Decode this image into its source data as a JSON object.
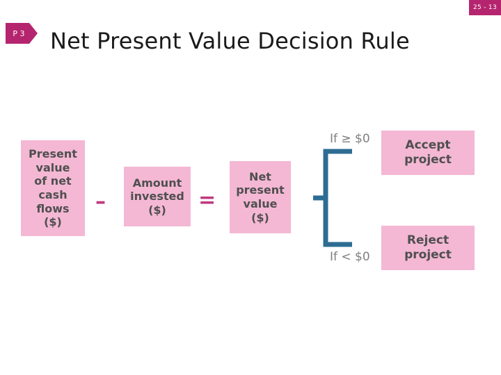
{
  "slide": {
    "number_badge": "25 - 13",
    "chapter_tag": "P 3",
    "title": "Net Present Value Decision Rule"
  },
  "diagram": {
    "type": "flow-diagram",
    "boxes": [
      {
        "name": "present-value-box",
        "lines": [
          "Present",
          "value",
          "of net",
          "cash",
          "flows",
          "($)"
        ]
      },
      {
        "name": "amount-invested-box",
        "lines": [
          "Amount",
          "invested",
          "($)"
        ]
      },
      {
        "name": "net-present-value-box",
        "lines": [
          "Net",
          "present",
          "value",
          "($)"
        ]
      },
      {
        "name": "accept-project-box",
        "lines": [
          "Accept",
          "project"
        ]
      },
      {
        "name": "reject-project-box",
        "lines": [
          "Reject",
          "project"
        ]
      }
    ],
    "operators": {
      "minus": "–",
      "equals": "="
    },
    "conditions": {
      "accept": "If ≥ $0",
      "reject": "If < $0"
    },
    "colors": {
      "box_fill": "#f4b8d4",
      "box_text": "#4f4f4f",
      "operator": "#c0397e",
      "connector": "#2e6d93",
      "badge": "#b5256f",
      "condition_text": "#7f7f7f"
    }
  }
}
